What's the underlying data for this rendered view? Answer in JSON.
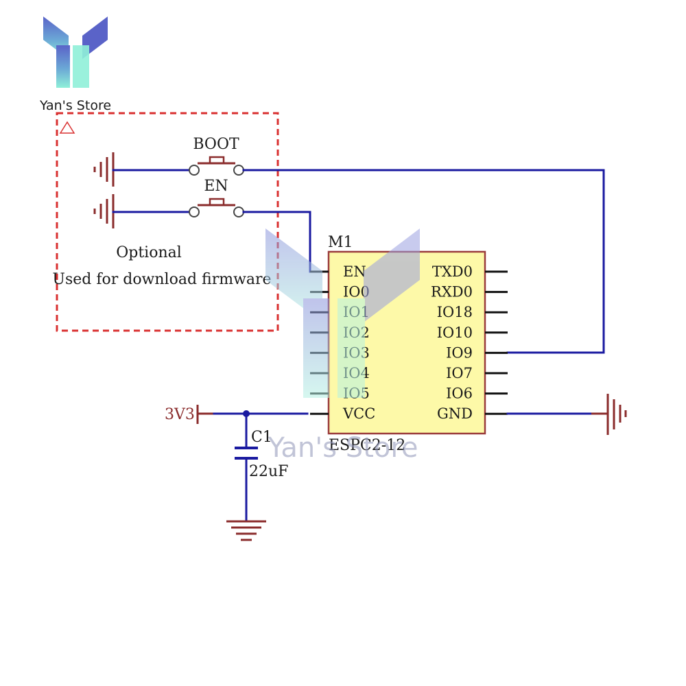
{
  "logo": {
    "brand": "Yan's Store"
  },
  "watermark": {
    "text": "Yan's Store"
  },
  "optional_box": {
    "line1": "Optional",
    "line2": "Used for download firmware"
  },
  "buttons": {
    "boot": "BOOT",
    "en": "EN"
  },
  "module": {
    "ref": "M1",
    "part": "ESPC2-12",
    "left_pins": [
      "EN",
      "IO0",
      "IO1",
      "IO2",
      "IO3",
      "IO4",
      "IO5",
      "VCC"
    ],
    "right_pins": [
      "TXD0",
      "RXD0",
      "IO18",
      "IO10",
      "IO9",
      "IO7",
      "IO6",
      "GND"
    ]
  },
  "power": {
    "label": "3V3"
  },
  "capacitor": {
    "ref": "C1",
    "value": "22uF"
  },
  "colors": {
    "wire": "#1a1aa0",
    "stub": "#8a2b2b",
    "optional_border": "#d93030",
    "module_fill": "#fdf9a8",
    "module_border": "#9a3b3b",
    "text": "#1a1a1a",
    "logo_top": "#5a63c8",
    "logo_bottom": "#7fe3d2"
  }
}
